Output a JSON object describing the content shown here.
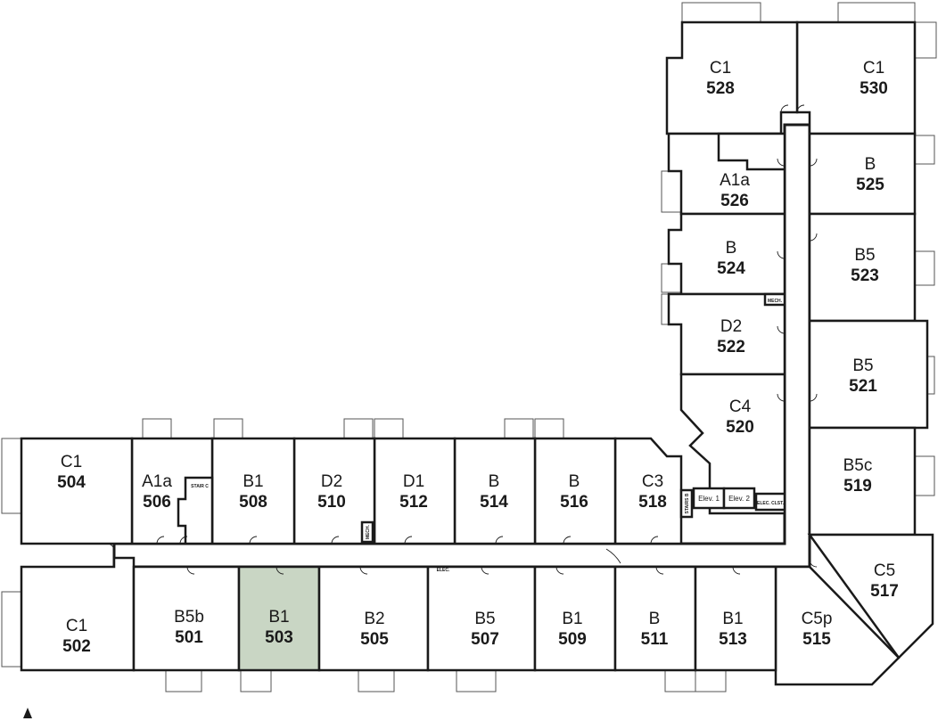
{
  "units": [
    {
      "id": "530",
      "type": "C1",
      "highlighted": false
    },
    {
      "id": "528",
      "type": "C1",
      "highlighted": false
    },
    {
      "id": "526",
      "type": "A1a",
      "highlighted": false
    },
    {
      "id": "525",
      "type": "B",
      "highlighted": false
    },
    {
      "id": "524",
      "type": "B",
      "highlighted": false
    },
    {
      "id": "523",
      "type": "B5",
      "highlighted": false
    },
    {
      "id": "522",
      "type": "D2",
      "highlighted": false
    },
    {
      "id": "521",
      "type": "B5",
      "highlighted": false
    },
    {
      "id": "520",
      "type": "C4",
      "highlighted": false
    },
    {
      "id": "519",
      "type": "B5c",
      "highlighted": false
    },
    {
      "id": "518",
      "type": "C3",
      "highlighted": false
    },
    {
      "id": "517",
      "type": "C5",
      "highlighted": false
    },
    {
      "id": "516",
      "type": "B",
      "highlighted": false
    },
    {
      "id": "515",
      "type": "C5p",
      "highlighted": false
    },
    {
      "id": "514",
      "type": "B",
      "highlighted": false
    },
    {
      "id": "513",
      "type": "B1",
      "highlighted": false
    },
    {
      "id": "512",
      "type": "D1",
      "highlighted": false
    },
    {
      "id": "511",
      "type": "B",
      "highlighted": false
    },
    {
      "id": "510",
      "type": "D2",
      "highlighted": false
    },
    {
      "id": "509",
      "type": "B1",
      "highlighted": false
    },
    {
      "id": "508",
      "type": "B1",
      "highlighted": false
    },
    {
      "id": "507",
      "type": "B5",
      "highlighted": false
    },
    {
      "id": "506",
      "type": "A1a",
      "highlighted": false
    },
    {
      "id": "505",
      "type": "B2",
      "highlighted": false
    },
    {
      "id": "504",
      "type": "C1",
      "highlighted": false
    },
    {
      "id": "503",
      "type": "B1",
      "highlighted": true
    },
    {
      "id": "502",
      "type": "C1",
      "highlighted": false
    },
    {
      "id": "501",
      "type": "B5b",
      "highlighted": false
    }
  ],
  "service_rooms": {
    "elev1": "Elev. 1",
    "elev2": "Elev. 2",
    "elec_clst": "ELEC. CLST.",
    "elec": "ELEC.",
    "mech_east": "MECH.",
    "mech_west": "MECH.",
    "stair_c": "STAIR C",
    "stairs_b": "STAIRS B"
  },
  "colors": {
    "highlight": "#c9d6c4",
    "wall": "#1a1a1a",
    "background": "#ffffff"
  },
  "compass": "north-arrow-icon"
}
